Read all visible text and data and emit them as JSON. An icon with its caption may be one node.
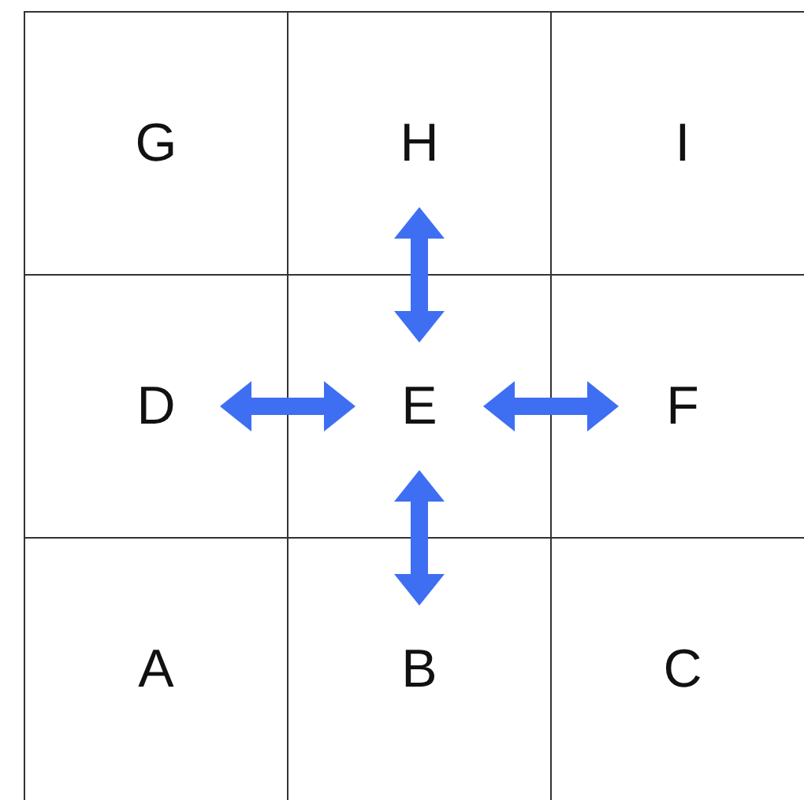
{
  "diagram": {
    "nodes": [
      {
        "text": [
          "G"
        ]
      },
      {
        "text": [
          "H"
        ]
      },
      {
        "text": [
          "I"
        ]
      },
      {
        "text": [
          "D"
        ]
      },
      {
        "text": [
          "E"
        ]
      },
      {
        "text": [
          "F"
        ]
      },
      {
        "text": [
          "A"
        ]
      },
      {
        "text": [
          "B"
        ]
      },
      {
        "text": [
          "C"
        ]
      }
    ],
    "edges": [
      {
        "from": 1,
        "to": 4,
        "arrow": "both"
      },
      {
        "from": 3,
        "to": 4,
        "arrow": "both"
      },
      {
        "from": 4,
        "to": 5,
        "arrow": "both"
      },
      {
        "from": 4,
        "to": 7,
        "arrow": "both"
      }
    ]
  }
}
